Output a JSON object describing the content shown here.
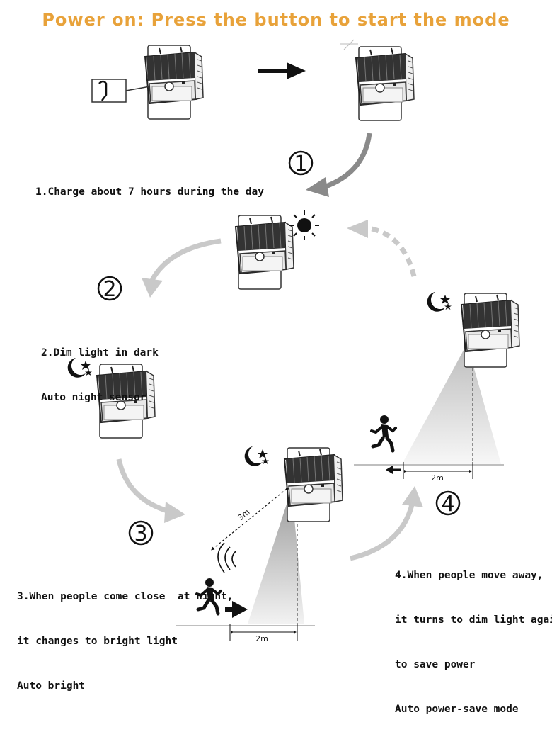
{
  "title": "Power on: Press the button to start the mode",
  "steps": [
    {
      "number": "1",
      "lines": [
        "1.Charge about 7 hours during the day"
      ]
    },
    {
      "number": "2",
      "lines": [
        "2.Dim light in dark",
        "Auto night sensor"
      ]
    },
    {
      "number": "3",
      "lines": [
        "3.When people come close  at night,",
        "it changes to bright light",
        "Auto bright"
      ]
    },
    {
      "number": "4",
      "lines": [
        "4.When people move away,",
        "it turns to dim light again",
        "to save power",
        "Auto power-save mode"
      ]
    }
  ],
  "distances": {
    "diagonal": "3m",
    "ground_step3": "2m",
    "ground_step4": "2m"
  },
  "icons": [
    "solar-lamp-icon",
    "sun-icon",
    "moon-stars-icon",
    "person-running-icon",
    "motion-waves-icon",
    "arrow-icon"
  ],
  "colors": {
    "title": "#e8a23a",
    "arrow_gray": "#8a8a8a",
    "arrow_light": "#c9c9c9",
    "text": "#111111"
  }
}
